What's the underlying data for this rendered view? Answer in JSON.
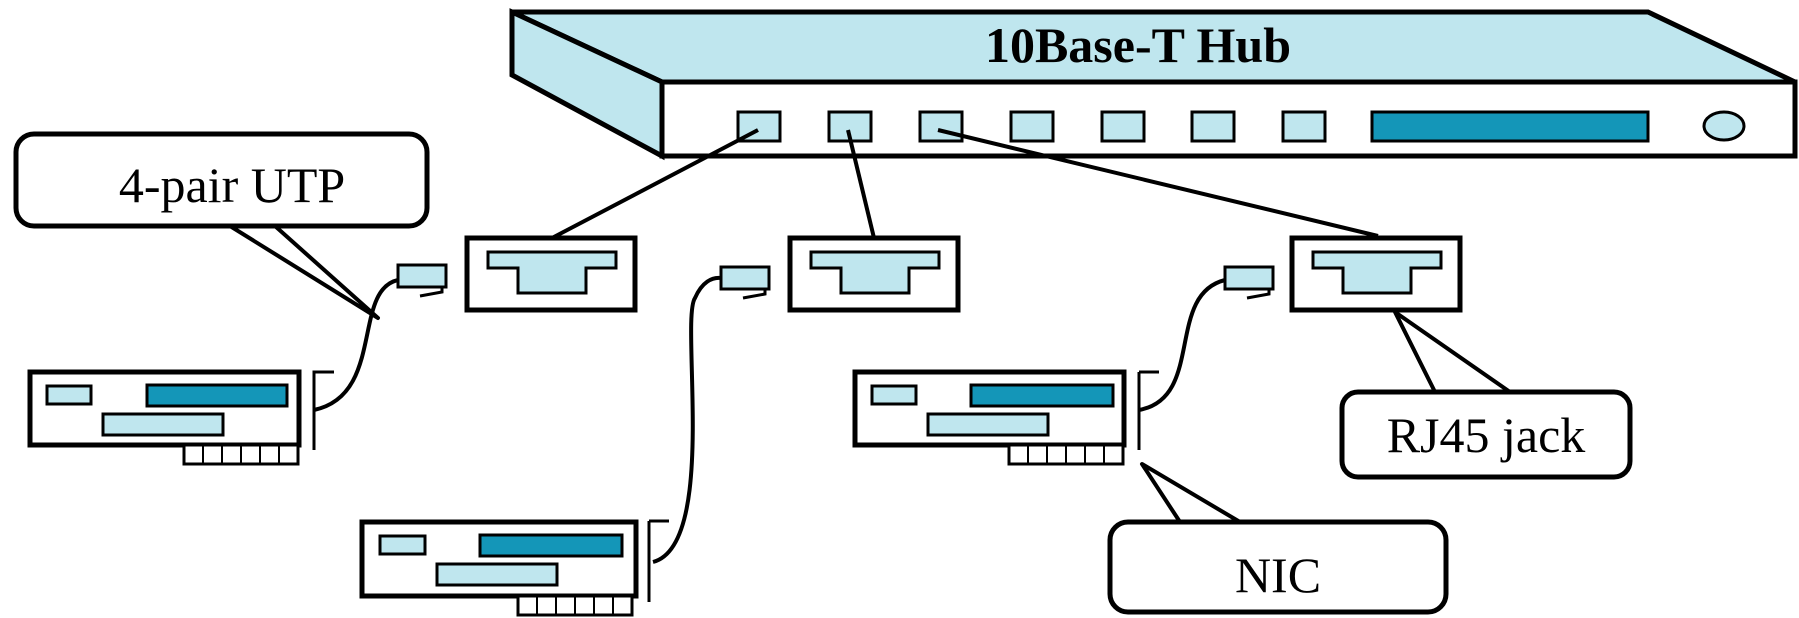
{
  "hub": {
    "title": "10Base-T Hub",
    "port_count": 7
  },
  "labels": {
    "utp": "4-pair UTP",
    "rj45": "RJ45 jack",
    "nic": "NIC"
  },
  "colors": {
    "light_fill": "#bfe6ee",
    "dark_fill": "#1496b8",
    "stroke": "#000000",
    "background": "#ffffff"
  },
  "wall_jacks": [
    {
      "id": "jack-1"
    },
    {
      "id": "jack-2"
    },
    {
      "id": "jack-3"
    }
  ],
  "nics": [
    {
      "id": "nic-1"
    },
    {
      "id": "nic-2"
    },
    {
      "id": "nic-3"
    }
  ]
}
